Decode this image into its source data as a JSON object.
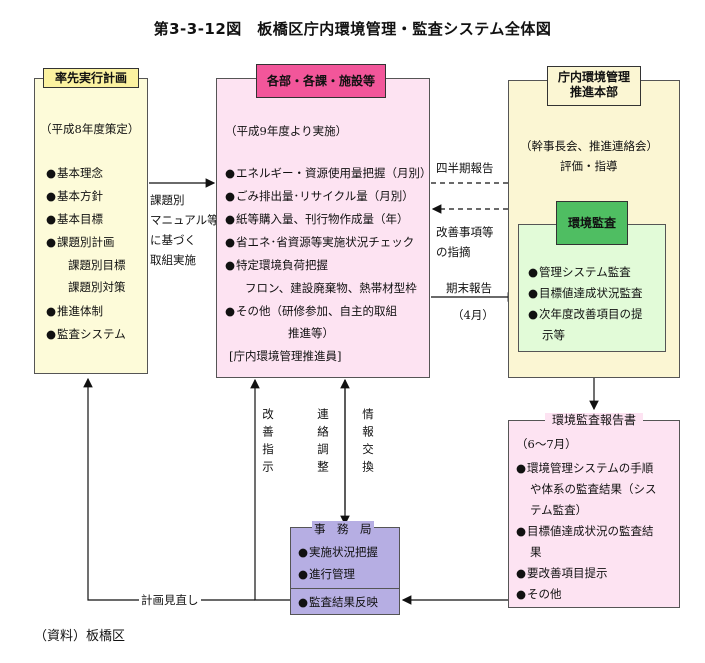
{
  "title": "第3-3-12図　板橋区庁内環境管理・監査システム全体図",
  "source": "（資料）板橋区",
  "box_plan": {
    "header": "率先実行計画",
    "subtitle": "（平成8年度策定）",
    "items": [
      "基本理念",
      "基本方針",
      "基本目標",
      "課題別計画"
    ],
    "subitems": [
      "課題別目標",
      "課題別対策"
    ],
    "items2": [
      "推進体制",
      "監査システム"
    ]
  },
  "box_depts": {
    "header": "各部・各課・施設等",
    "subtitle": "（平成9年度より実施）",
    "items": [
      "エネルギー・資源使用量把握（月別）",
      "ごみ排出量･リサイクル量（月別）",
      "紙等購入量、刊行物作成量（年）",
      "省エネ･省資源等実施状況チェック",
      "特定環境負荷把握"
    ],
    "sub": "フロン、建設廃棄物、熱帯材型枠",
    "other_1": "その他（研修参加、自主的取組",
    "other_2": "推進等）",
    "footer": "[庁内環境管理推進員]"
  },
  "box_hq": {
    "header_1": "庁内環境管理",
    "header_2": "推進本部",
    "text_1": "（幹事長会、推進連絡会）",
    "text_2": "評価・指導"
  },
  "box_audit": {
    "header": "環境監査",
    "items": [
      "管理システム監査",
      "目標値達成状況監査",
      "次年度改善項目の提"
    ],
    "cont": "示等"
  },
  "box_report": {
    "header": "環境監査報告書",
    "period": "（6～7月）",
    "item1_1": "環境管理システムの手順",
    "item1_2": "や体系の監査結果（シス",
    "item1_3": "テム監査）",
    "item2_1": "目標値達成状況の監査結",
    "item2_2": "果",
    "item3": "要改善項目提示",
    "item4": "その他"
  },
  "box_office": {
    "header": "事　務　局",
    "items": [
      "実施状況把握",
      "進行管理"
    ],
    "item3": "監査結果反映"
  },
  "labels": {
    "plan_to_depts_1": "課題別",
    "plan_to_depts_2": "マニュアル等",
    "plan_to_depts_3": "に基づく",
    "plan_to_depts_4": "取組実施",
    "quarterly": "四半期報告",
    "improve_1": "改善事項等",
    "improve_2": "の指摘",
    "yearend": "期末報告",
    "april": "（4月）",
    "v_improve": "改善指示",
    "v_liaison": "連絡調整",
    "v_info": "情報交換",
    "plan_review": "計画見直し"
  },
  "colors": {
    "plan_bg": "#fdfbd9",
    "plan_hdr": "#fbf2a0",
    "depts_bg": "#fde3f2",
    "depts_hdr": "#f2569a",
    "hq_bg": "#fbf6d3",
    "audit_bg": "#e2fbd8",
    "audit_hdr": "#4fbe62",
    "report_bg": "#fde3f2",
    "office_bg": "#b6aee3"
  }
}
